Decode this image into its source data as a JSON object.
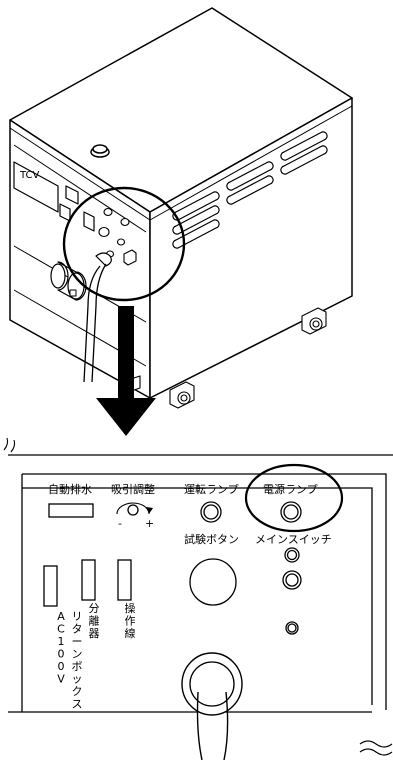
{
  "machine": {
    "display_text": "TCV"
  },
  "panel": {
    "labels": {
      "auto_drain": "自動排水",
      "suction_adjust": "吸引調整",
      "run_lamp": "運転ランプ",
      "power_lamp": "電源ランプ",
      "test_button": "試験ボタン",
      "main_switch": "メインスイッチ"
    },
    "knob_minus": "-",
    "knob_plus": "+",
    "vertical_labels": {
      "return_box": [
        "リ",
        "タ",
        "ー",
        "ン",
        "ボ",
        "ッ",
        "ク",
        "ス"
      ],
      "ac100v": [
        "A",
        "C",
        "1",
        "0",
        "0",
        "V"
      ],
      "separator": [
        "分",
        "離",
        "器"
      ],
      "operation_line": [
        "操",
        "作",
        "線"
      ]
    }
  },
  "colors": {
    "line": "#000000",
    "background": "#ffffff"
  }
}
